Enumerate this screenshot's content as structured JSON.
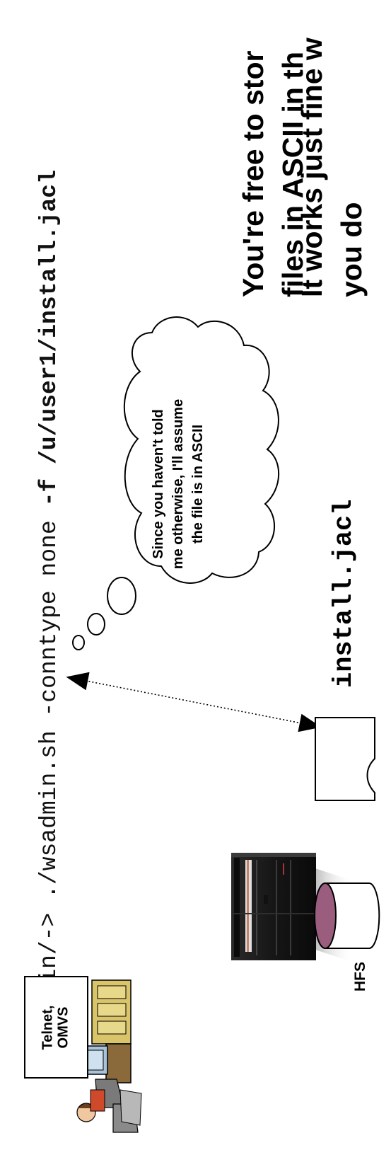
{
  "command": {
    "prompt": "../bin/->",
    "script": "./wsadmin.sh",
    "option1": "-conntype",
    "option1_value": "none",
    "option2": "-f",
    "file_path": "/u/user1/install.jacl"
  },
  "notes": {
    "line1": "You're free to stor\nfiles in ASCII in th",
    "line2": "It works just fine w\nyou do"
  },
  "thought_bubble": "Since you haven't told\nme otherwise, I'll assume\nthe file is in ASCII",
  "file_label": "install.jacl",
  "hfs_label": "HFS",
  "terminal_label": "Telnet,\nOMVS",
  "colors": {
    "hfs_cap": "#9a5d7e",
    "mainframe": "#1c1c1c",
    "accent_stripe": "#c9826a"
  },
  "icons": [
    "mainframe-server-icon",
    "hfs-cylinder-icon",
    "file-document-icon",
    "person-at-desk-icon",
    "thought-cloud-icon"
  ]
}
